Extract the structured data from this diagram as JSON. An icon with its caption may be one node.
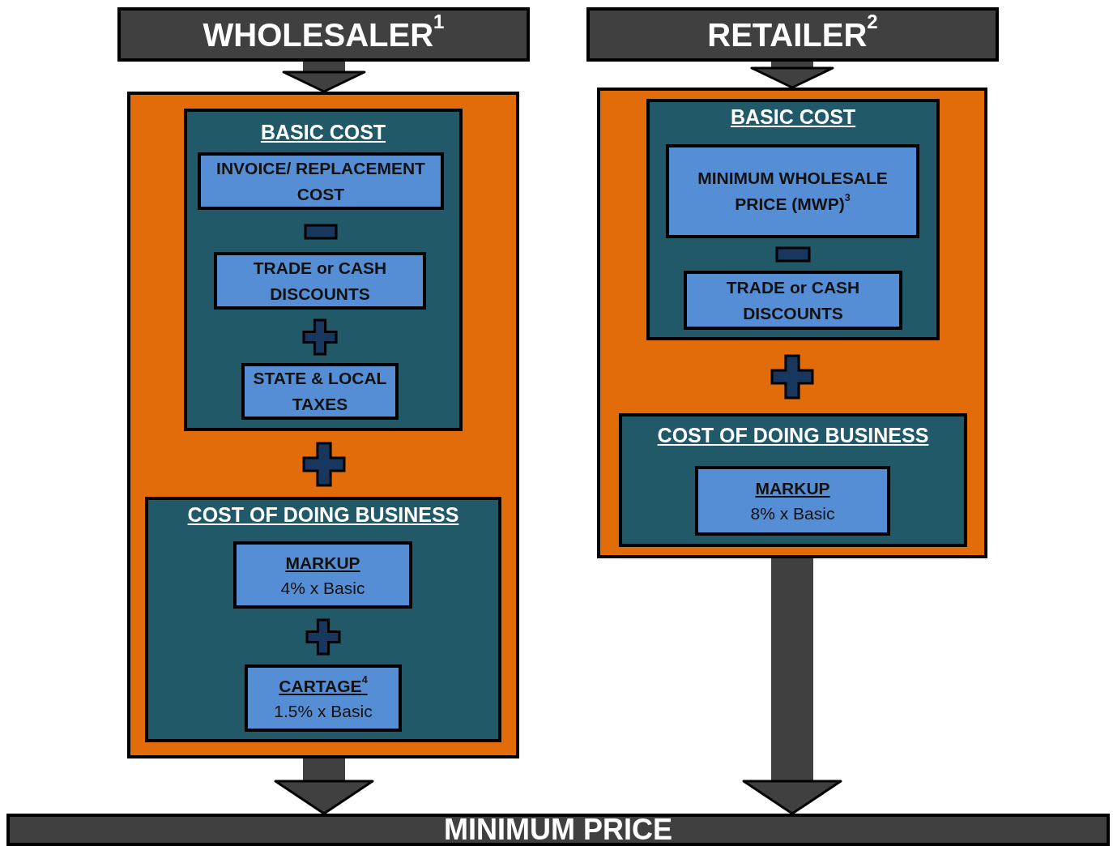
{
  "diagram": {
    "nodes": [
      {
        "text": [
          "WHOLESALER$^{1}$"
        ]
      },
      {
        "text": [],
        "shape": "box"
      },
      {
        "text": [
          "BASIC COST"
        ],
        "in": 1
      },
      {
        "text": [
          "INVOICE/ REPLACEMENT COST"
        ],
        "in": 2
      },
      {
        "text": [
          "TRADE or CASH DISCOUNTS"
        ],
        "in": 2
      },
      {
        "text": [
          "STATE & LOCAL TAXES"
        ],
        "in": 2
      },
      {
        "text": [
          "COST OF DOING BUSINESS"
        ],
        "in": 1
      },
      {
        "text": [
          "MARKUP",
          "4% x Basic"
        ],
        "in": 6
      },
      {
        "text": [
          "CARTAGE$^{4}$",
          "1.5% x Basic"
        ],
        "in": 6
      },
      {
        "text": [
          "RETAILER$^{2}$"
        ]
      },
      {
        "text": [],
        "shape": "box"
      },
      {
        "text": [
          "BASIC COST"
        ],
        "in": 10
      },
      {
        "text": [
          "MINIMUM WHOLESALE PRICE (MWP)$^{3}$"
        ],
        "in": 11
      },
      {
        "text": [
          "TRADE or CASH DISCOUNTS"
        ],
        "in": 11
      },
      {
        "text": [
          "COST OF DOING BUSINESS"
        ],
        "in": 10
      },
      {
        "text": [
          "MARKUP",
          "8% x Basic"
        ],
        "in": 14
      },
      {
        "text": [
          "MINIMUM PRICE"
        ]
      }
    ],
    "edges": [
      {
        "from": 0,
        "to": 1,
        "arrow": "to"
      },
      {
        "from": 9,
        "to": 10,
        "arrow": "to"
      },
      {
        "from": 1,
        "to": 16,
        "arrow": "to"
      },
      {
        "from": 10,
        "to": 16,
        "arrow": "to"
      }
    ]
  }
}
